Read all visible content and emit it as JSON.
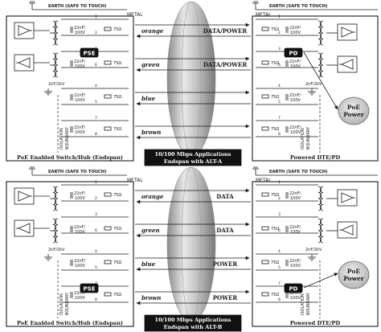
{
  "panels": [
    {
      "earth_left": "EARTH (SAFE TO TOUCH)",
      "earth_right": "EARTH (SAFE TO TOUCH)",
      "metal_left": "METAL",
      "metal_right": "METAL",
      "switch_label": "PoE Enabled Switch/Hub (Endspan)",
      "device_label": "Powered DTE/PD",
      "caption_line1": "10/100 Mbps Applications",
      "caption_line2": "Endspan with ALT-A",
      "pse": "PSE",
      "pd": "PD",
      "poe_line1": "PoE",
      "poe_line2": "Power",
      "iso_left_1": "ISOLATION",
      "iso_left_2": "BOUNDARY",
      "iso_right_1": "ISOLATION",
      "iso_right_2": "BOUNDARY",
      "pairs": [
        {
          "color": "orange",
          "signal": "DATA/POWER"
        },
        {
          "color": "green",
          "signal": "DATA/POWER"
        },
        {
          "color": "blue",
          "signal": ""
        },
        {
          "color": "brown",
          "signal": ""
        }
      ]
    },
    {
      "earth_left": "EARTH (SAFE TO TOUCH)",
      "earth_right": "EARTH (SAFE TO TOUCH)",
      "metal_left": "METAL",
      "metal_right": "METAL",
      "switch_label": "PoE Enabled Switch/Hub (Endspan)",
      "device_label": "Powered DTE/PD",
      "caption_line1": "10/100 Mbps Applications",
      "caption_line2": "Endspan with ALT-B",
      "pse": "PSE",
      "pd": "PD",
      "poe_line1": "PoE",
      "poe_line2": "Power",
      "iso_left_1": "ISOLATION",
      "iso_left_2": "BOUNDARY",
      "iso_right_1": "ISOLATION",
      "iso_right_2": "BOUNDARY",
      "pairs": [
        {
          "color": "orange",
          "signal": "DATA"
        },
        {
          "color": "green",
          "signal": "DATA"
        },
        {
          "color": "blue",
          "signal": "POWER"
        },
        {
          "color": "brown",
          "signal": "POWER"
        }
      ]
    }
  ],
  "component_labels": {
    "r75": "75Ω",
    "cap22": "22nF/",
    "v100": "100V",
    "c2nf": "2nF/2kV",
    "two": "2",
    "one": "1",
    "three": "3",
    "six": "6",
    "four": "4",
    "five": "5",
    "seven": "7",
    "eight": "8"
  },
  "colors": {
    "ink": "#1a1a1a",
    "cable_light": "#e2e2e2",
    "cable_mid": "#b8b8b8",
    "cable_dark": "#8a8a8a",
    "badge": "#111111",
    "badge_text": "#ffffff",
    "poe_bubble": "#d0d0d0"
  }
}
